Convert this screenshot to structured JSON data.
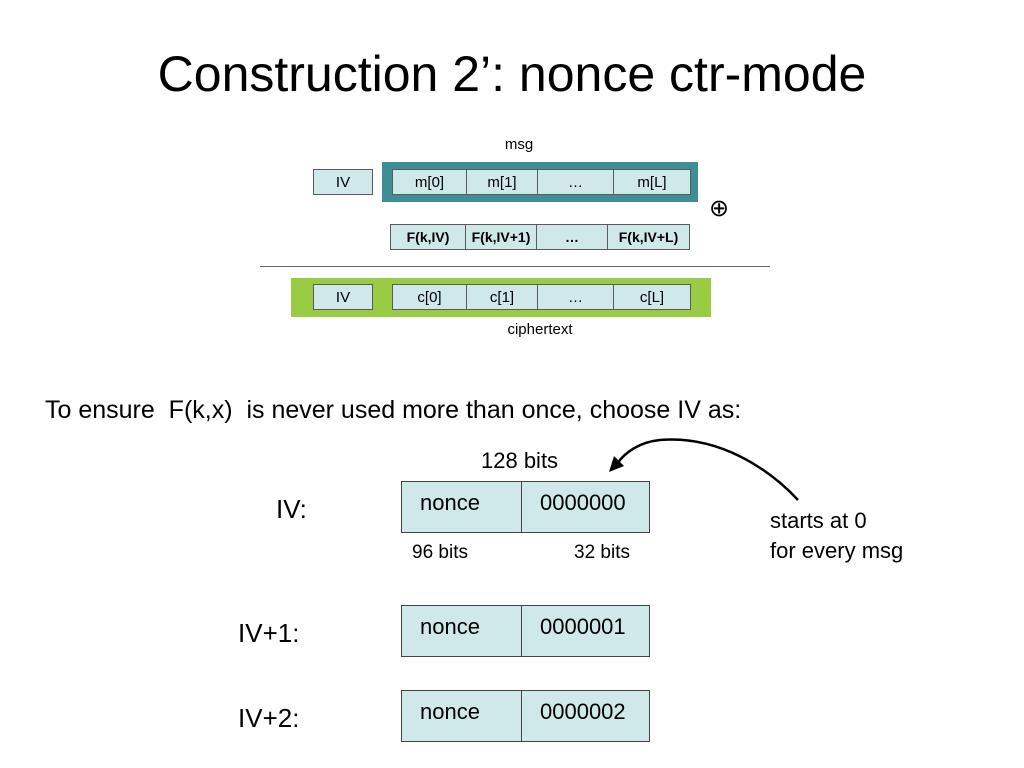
{
  "slide": {
    "title": "Construction 2’:  nonce ctr-mode"
  },
  "diagram": {
    "msg_label": "msg",
    "ciphertext_label": "ciphertext",
    "xor_symbol": "⊕",
    "msg_row": {
      "iv": "IV",
      "cells": [
        "m[0]",
        "m[1]",
        "…",
        "m[L]"
      ]
    },
    "f_row": {
      "cells": [
        "F(k,IV)",
        "F(k,IV+1)",
        "…",
        "F(k,IV+L)"
      ]
    },
    "cipher_row": {
      "iv": "IV",
      "cells": [
        "c[0]",
        "c[1]",
        "…",
        "c[L]"
      ]
    },
    "colors": {
      "cell_fill": "#cfe8ea",
      "msg_band": "#3d8f95",
      "cipher_band": "#99cc44"
    }
  },
  "explanation": {
    "intro": "To ensure  F(k,x)  is never used more than once, choose IV as:",
    "total_bits": "128 bits",
    "nonce_bits": "96 bits",
    "counter_bits": "32 bits",
    "note_line1": "starts at 0",
    "note_line2": "for every msg",
    "ivs": [
      {
        "label": "IV:",
        "nonce": "nonce",
        "counter": "0000000"
      },
      {
        "label": "IV+1:",
        "nonce": "nonce",
        "counter": "0000001"
      },
      {
        "label": "IV+2:",
        "nonce": "nonce",
        "counter": "0000002"
      }
    ]
  }
}
